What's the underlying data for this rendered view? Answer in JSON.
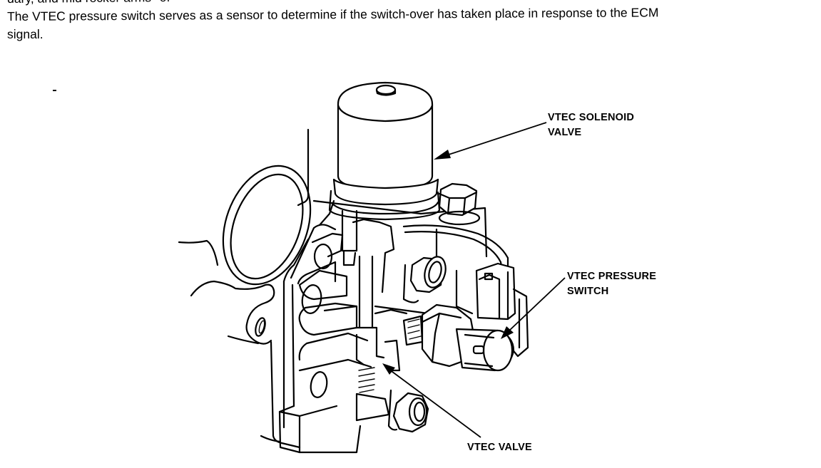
{
  "document": {
    "paragraphs": [
      "dary, and mid rocker arms *o.",
      "The VTEC pressure switch serves as a sensor to determine if the switch-over has taken place in response to the ECM",
      "signal."
    ]
  },
  "figure": {
    "subject": "VTEC solenoid valve assembly",
    "callouts": {
      "solenoid": "VTEC SOLENOID\nVALVE",
      "pressure_switch": "VTEC PRESSURE\nSWITCH",
      "valve": "VTEC VALVE"
    }
  }
}
